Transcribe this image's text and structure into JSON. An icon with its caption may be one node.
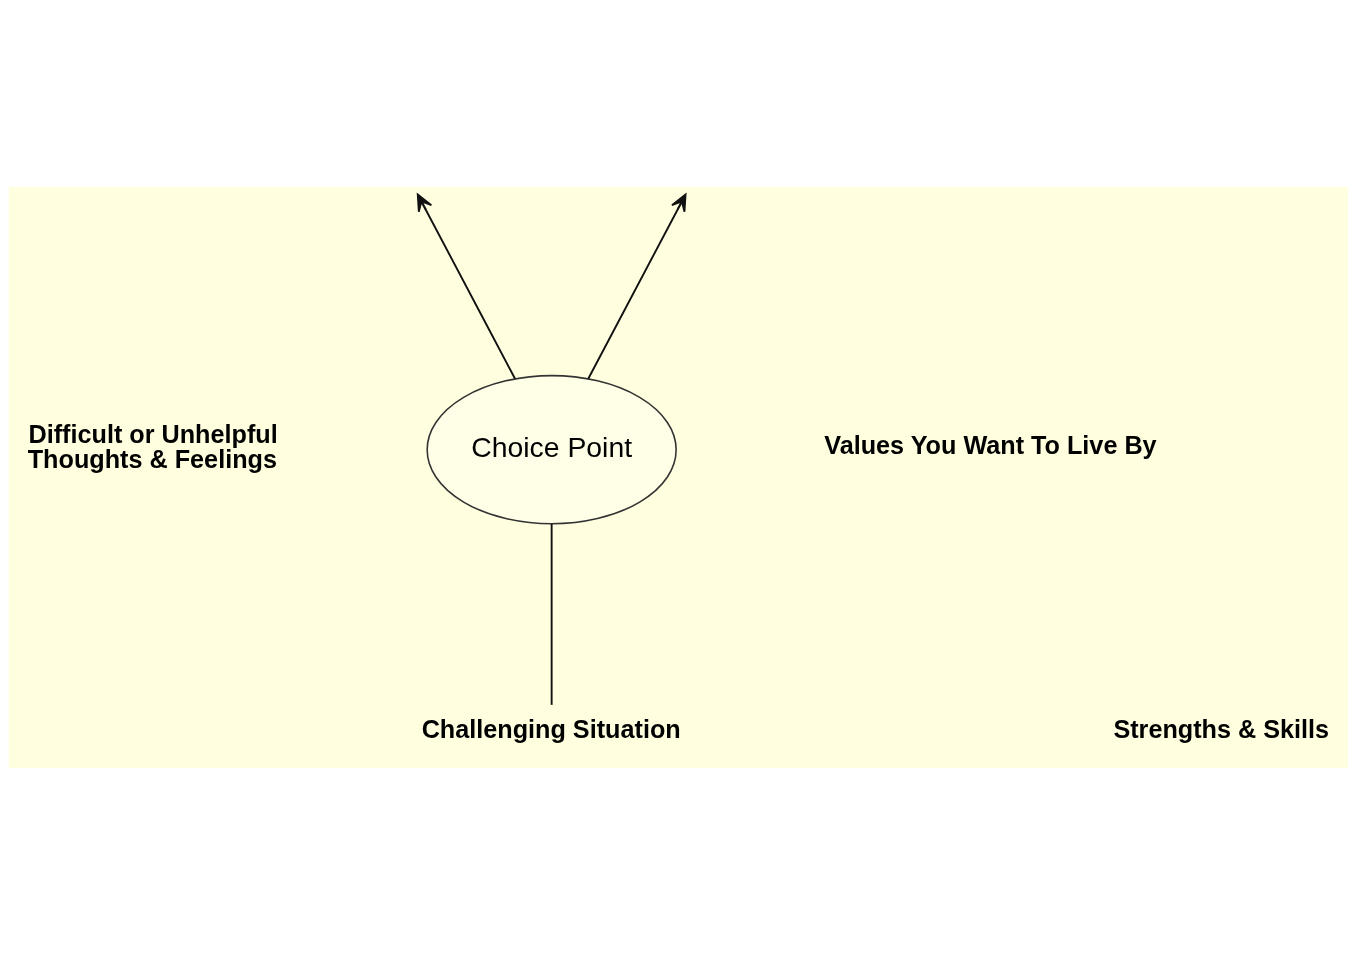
{
  "diagram": {
    "nodes": [
      {
        "text": [
          "Choice Point"
        ]
      },
      {
        "text": [
          "Challenging Situation"
        ]
      }
    ],
    "edges": [
      {
        "from": 1,
        "to": 0,
        "arrow": "none"
      },
      {
        "from": 0,
        "to": null,
        "arrow": "to"
      },
      {
        "from": 0,
        "to": null,
        "arrow": "to"
      }
    ],
    "labels": [
      "Difficult or Unhelpful Thoughts & Feelings",
      "Values You Want To Live By",
      "Strengths & Skills"
    ]
  }
}
